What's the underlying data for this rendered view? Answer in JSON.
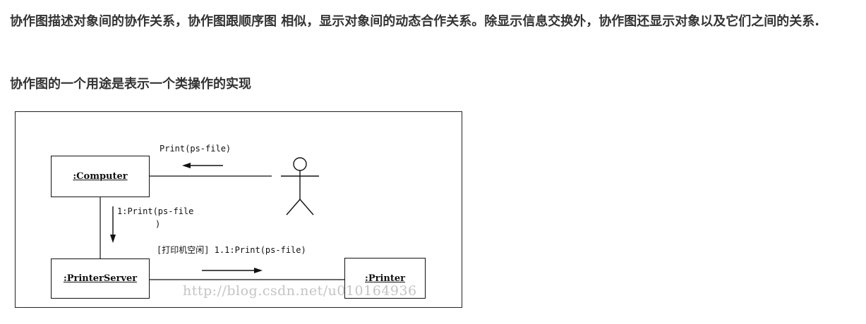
{
  "article": {
    "paragraph_1": "协作图描述对象间的协作关系，协作图跟顺序图 相似，显示对象间的动态合作关系。除显示信息交换外，协作图还显示对象以及它们之间的关系.",
    "paragraph_2": "协作图的一个用途是表示一个类操作的实现"
  },
  "diagram": {
    "objects": {
      "computer": ":Computer",
      "printer_server": ":PrinterServer",
      "printer": ":Printer"
    },
    "messages": {
      "top": "Print(ps-file)",
      "down_line_1": "1:Print(ps-file",
      "down_line_2": ")",
      "right": "[打印机空闲] 1.1:Print(ps-file)"
    },
    "watermark": "http://blog.csdn.net/u010164936"
  }
}
